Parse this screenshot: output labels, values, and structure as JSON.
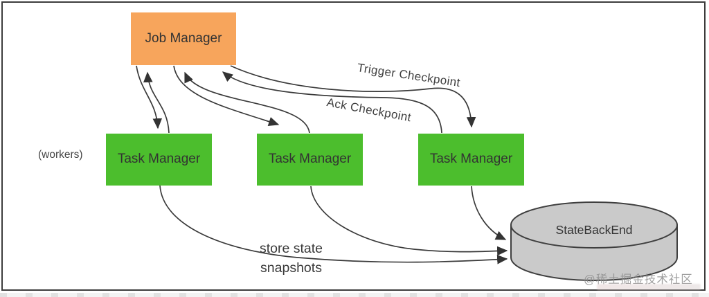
{
  "diagram": {
    "title_implicit": "Flink checkpoint architecture",
    "colors": {
      "job_manager_fill": "#F7A55C",
      "task_manager_fill": "#4CBE2D",
      "cylinder_fill": "#CACACA",
      "line_stroke": "#3A3A3A",
      "frame_border": "#3C3C3C"
    },
    "nodes": {
      "job_manager": {
        "label": "Job Manager"
      },
      "task_managers": [
        {
          "label": "Task Manager"
        },
        {
          "label": "Task Manager"
        },
        {
          "label": "Task Manager"
        }
      ],
      "state_backend": {
        "label": "StateBackEnd"
      }
    },
    "labels": {
      "workers": "(workers)",
      "trigger_checkpoint": "Trigger Checkpoint",
      "ack_checkpoint": "Ack Checkpoint",
      "store_state_snapshots": "store state snapshots"
    },
    "edges": [
      "JobManager -> TaskManager1",
      "TaskManager1 -> JobManager",
      "JobManager -> TaskManager2",
      "TaskManager2 -> JobManager",
      "JobManager -> TaskManager3 (Trigger Checkpoint)",
      "TaskManager3 -> JobManager (Ack Checkpoint)",
      "TaskManager1 -> StateBackEnd (store state snapshots)",
      "TaskManager2 -> StateBackEnd (store state snapshots)",
      "TaskManager3 -> StateBackEnd (store state snapshots)"
    ],
    "watermark": {
      "text": "@稀土掘金技术社区"
    }
  }
}
